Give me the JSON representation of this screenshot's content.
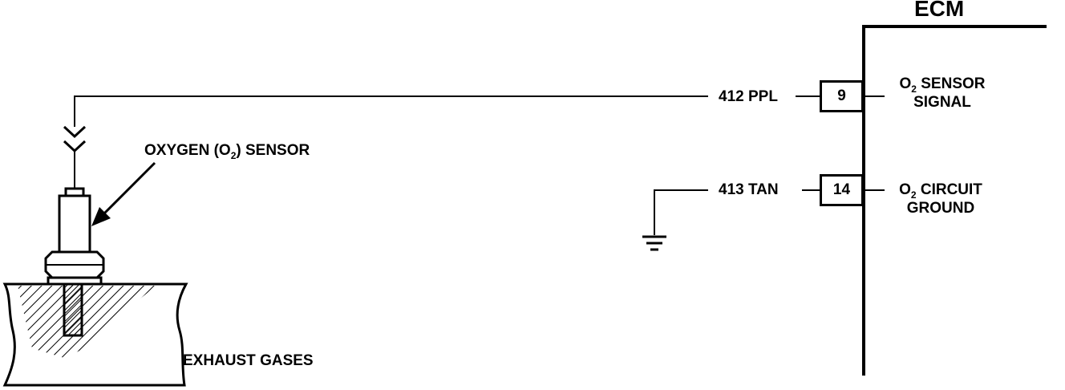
{
  "ecm": {
    "title": "ECM"
  },
  "wires": [
    {
      "label": "412 PPL"
    },
    {
      "label": "413 TAN"
    }
  ],
  "pins": [
    {
      "number": "9",
      "function_line1_pre": "O",
      "function_line1_sub": "2",
      "function_line1_post": " SENSOR",
      "function_line2": "SIGNAL"
    },
    {
      "number": "14",
      "function_line1_pre": "O",
      "function_line1_sub": "2",
      "function_line1_post": " CIRCUIT",
      "function_line2": "GROUND"
    }
  ],
  "sensor": {
    "label_pre": "OXYGEN (O",
    "label_sub": "2",
    "label_post": ") SENSOR"
  },
  "exhaust": {
    "label": "EXHAUST GASES"
  }
}
